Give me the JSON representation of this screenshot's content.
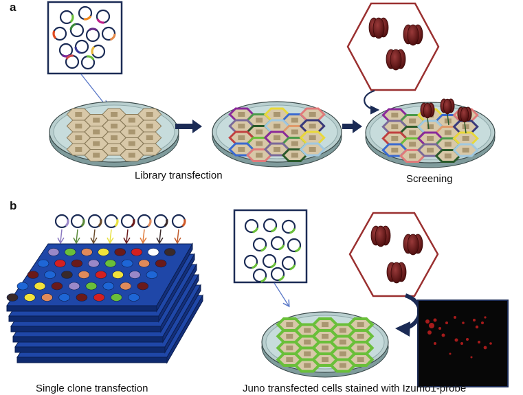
{
  "panels": [
    {
      "letter": "a",
      "captions": [
        "Library transfection",
        "Screening"
      ]
    },
    {
      "letter": "b",
      "captions": [
        "Single clone transfection",
        "Juno transfected cells stained with Izumo1-probe"
      ]
    }
  ],
  "icons": {
    "plasmid": "plasmid-ring-icon",
    "sperm": "sperm-head-icon",
    "dish": "petri-dish-icon",
    "plate_stack": "multiwell-plate-stack-icon",
    "arrow": "arrow-icon"
  },
  "colors": {
    "navy": "#1b2b55",
    "dish_fill": "#b9cfcf",
    "dish_rim": "#8fa9aa",
    "cell_fill": "#d8c8a8",
    "cell_edge": "#8b7c5b",
    "sperm": "#6a1a1a",
    "hex_outline": "#9a3030",
    "plate_blue": "#1f47a8",
    "plate_dark": "#0f2a6e",
    "green": "#6abf3a",
    "microscopy_bg": "#070707",
    "microscopy_signal": "#d02020"
  },
  "library_ring_accents": [
    "#6abf3a",
    "#f08a20",
    "#c0208a",
    "#e04a20",
    "#3a8a3a",
    "#6b2f8a",
    "#e58a4a",
    "#7a2a9a",
    "#3a3a9a",
    "#e8b83a",
    "#d04a4a",
    "#6abf3a"
  ],
  "library_cell_outlines": [
    "#8a2a9a",
    "#4a9a4a",
    "#e8d83a",
    "#3a6ad0",
    "#e07a7a",
    "#7a6a9a",
    "#2a5a2a",
    "#a0c8e0",
    "#e09a6a",
    "#3a3a7a",
    "#c04040",
    "#6abf3a"
  ],
  "well_colors": [
    "#1e66d6",
    "#9a88c8",
    "#e08a5a",
    "#f2e23a",
    "#6a1a1a",
    "#6abf3a",
    "#d42020",
    "#ffffff",
    "#3a2a2a"
  ],
  "b_ring_accents": [
    "#9a88c8",
    "#5a8a3a",
    "#6a4a2a",
    "#e8e040",
    "#6a1a1a",
    "#e08a5a",
    "#3a2a2a",
    "#d05a2a"
  ]
}
